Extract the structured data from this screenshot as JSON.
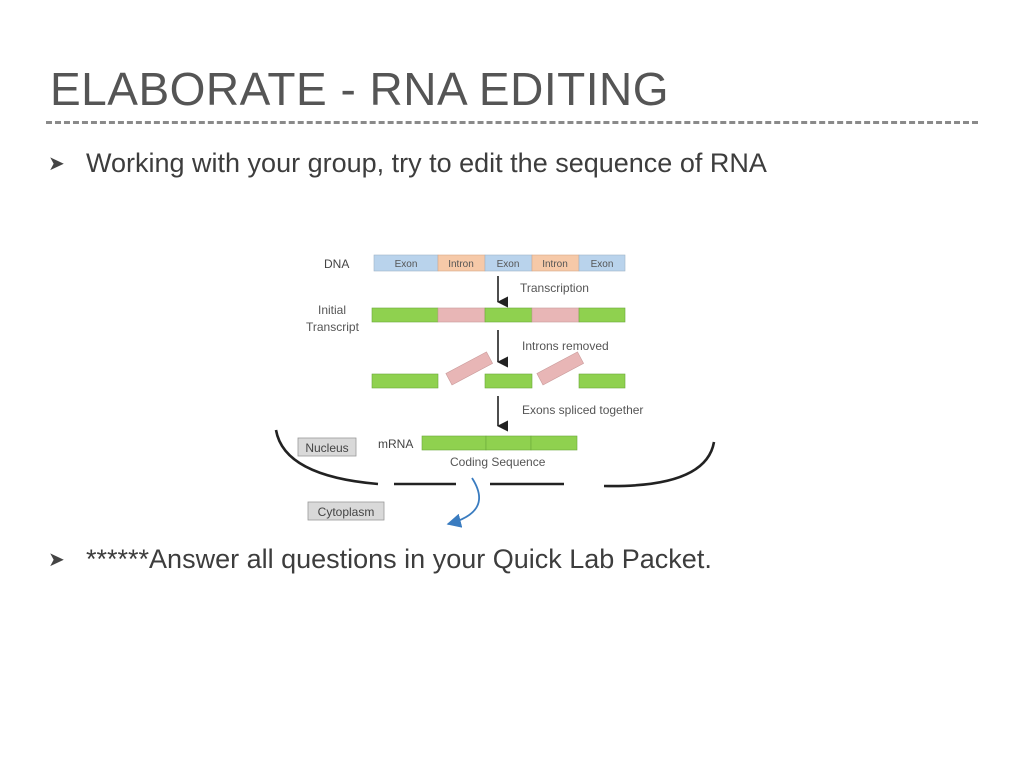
{
  "slide": {
    "title": "ELABORATE - RNA EDITING",
    "bullet_glyph": "➤",
    "bullets": [
      "Working with your group, try to edit the sequence of RNA",
      "******Answer all questions in your Quick Lab Packet."
    ]
  },
  "diagram": {
    "dna_label": "DNA",
    "segments": [
      "Exon",
      "Intron",
      "Exon",
      "Intron",
      "Exon"
    ],
    "initial_transcript_lines": [
      "Initial",
      "Transcript"
    ],
    "step_transcription": "Transcription",
    "step_introns_removed": "Introns removed",
    "step_exons_spliced": "Exons spliced together",
    "mrna_label": "mRNA",
    "coding_sequence": "Coding Sequence",
    "nucleus_label": "Nucleus",
    "cytoplasm_label": "Cytoplasm",
    "colors": {
      "exon": "#b9d3ec",
      "intron": "#f6c9a8",
      "exon_rna": "#8fd14f",
      "intron_rna": "#e8b6b6",
      "label_box": "#d9d9d9",
      "export_arrow": "#3a7cc0"
    }
  }
}
